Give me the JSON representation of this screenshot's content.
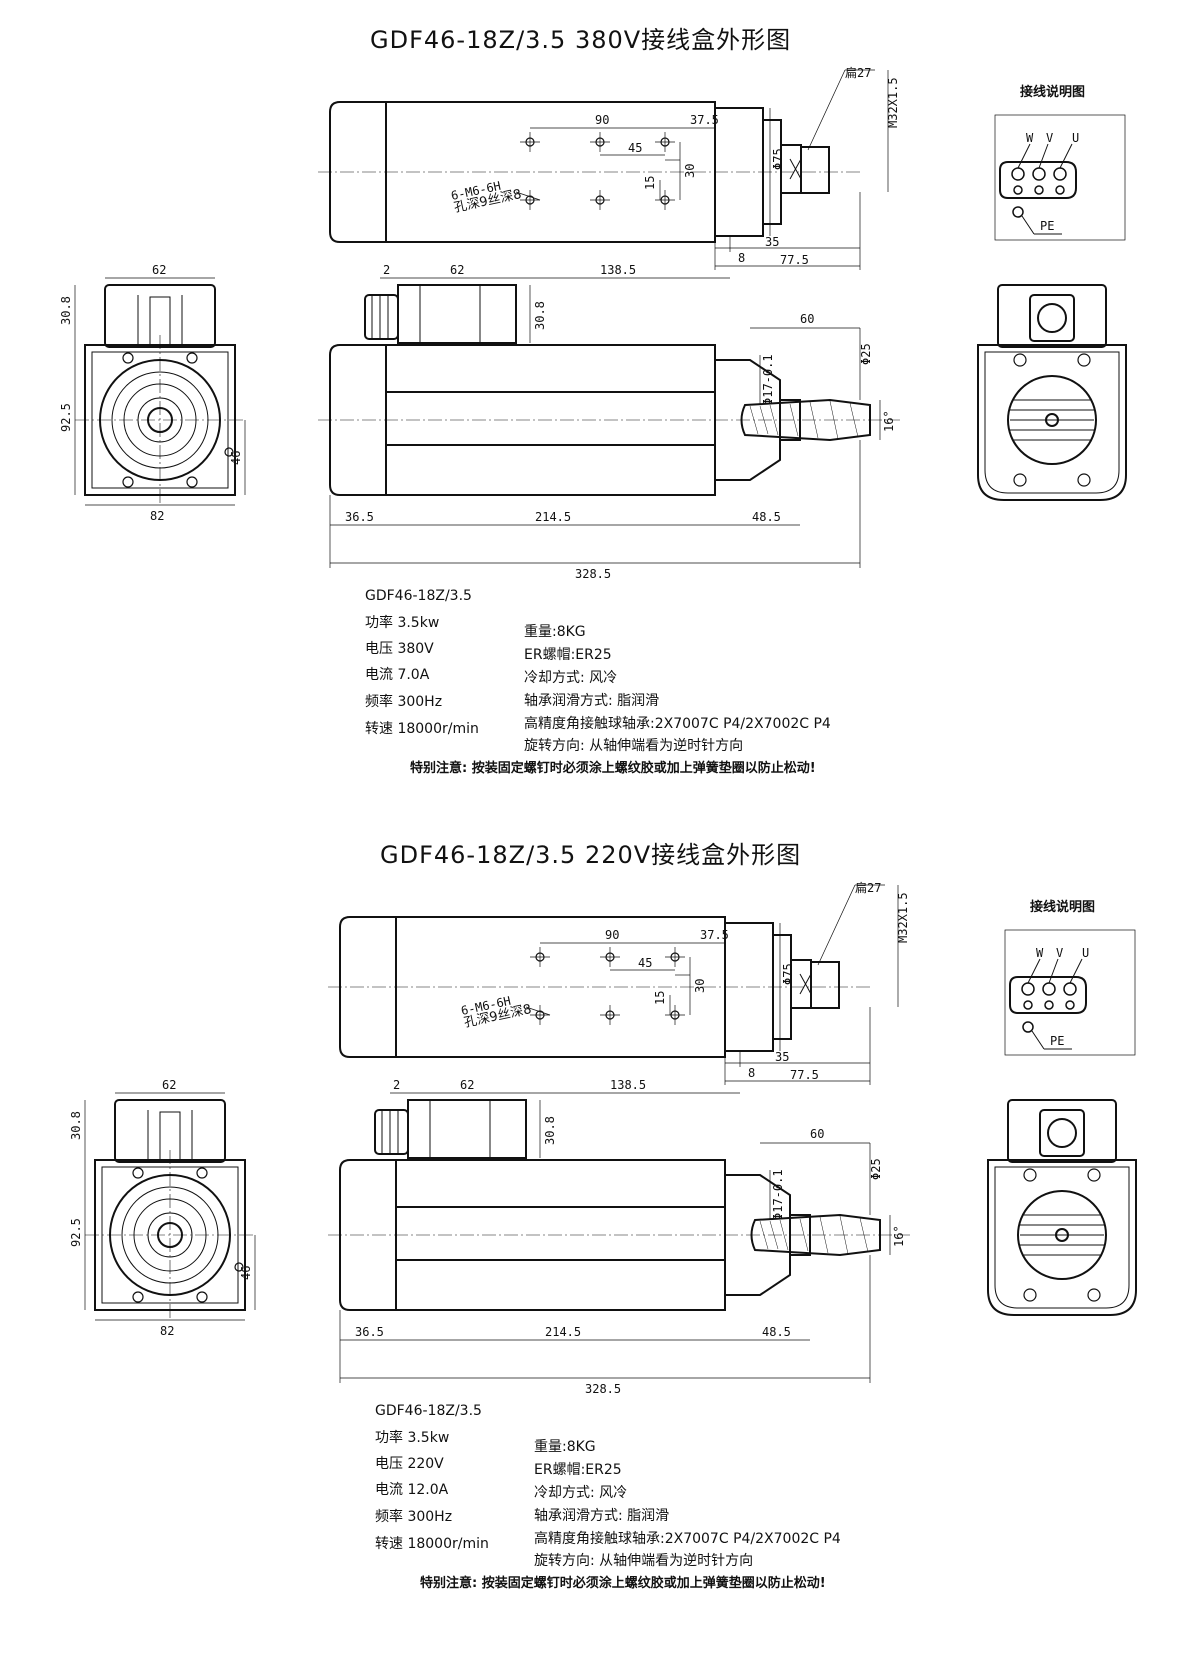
{
  "sheets": [
    {
      "title": "GDF46-18Z/3.5 380V接线盒外形图",
      "top_view": {
        "d_27": "扁27",
        "d_m32": "M32X1.5",
        "d_90": "90",
        "d_37_5": "37.5",
        "d_45": "45",
        "d_30": "30",
        "d_15": "15",
        "d_phi75": "Φ75",
        "d_8": "8",
        "d_35": "35",
        "d_77_5": "77.5",
        "hole_label": "6-M6-6H",
        "hole_note": "孔深9丝深8"
      },
      "wiring": {
        "title": "接线说明图",
        "w": "W",
        "v": "V",
        "u": "U",
        "pe": "PE"
      },
      "end_view": {
        "d_62": "62",
        "d_30_8": "30.8",
        "d_92_5": "92.5",
        "d_46": "46",
        "d_82": "82"
      },
      "side_view": {
        "d_2": "2",
        "d_62": "62",
        "d_138_5": "138.5",
        "d_30_8": "30.8",
        "d_60": "60",
        "d_phi25": "Φ25",
        "d_phi17": "Φ17-0.1",
        "d_16": "16°",
        "d_36_5": "36.5",
        "d_214_5": "214.5",
        "d_48_5": "48.5",
        "d_328_5": "328.5"
      },
      "specs": {
        "model": "GDF46-18Z/3.5",
        "power": "功率 3.5kw",
        "voltage": "电压 380V",
        "current": "电流 7.0A",
        "frequency": "频率 300Hz",
        "speed": "转速 18000r/min",
        "weight": "重量:8KG",
        "nut": "ER螺帽:ER25",
        "cooling": "冷却方式: 风冷",
        "lube": "轴承润滑方式: 脂润滑",
        "bearing": "高精度角接触球轴承:2X7007C P4/2X7002C P4",
        "rotation": "旋转方向: 从轴伸端看为逆时针方向",
        "note": "特别注意: 按装固定螺钉时必须涂上螺纹胶或加上弹簧垫圈以防止松动!"
      }
    },
    {
      "title": "GDF46-18Z/3.5 220V接线盒外形图",
      "top_view": {
        "d_27": "扁27",
        "d_m32": "M32X1.5",
        "d_90": "90",
        "d_37_5": "37.5",
        "d_45": "45",
        "d_30": "30",
        "d_15": "15",
        "d_phi75": "Φ75",
        "d_8": "8",
        "d_35": "35",
        "d_77_5": "77.5",
        "hole_label": "6-M6-6H",
        "hole_note": "孔深9丝深8"
      },
      "wiring": {
        "title": "接线说明图",
        "w": "W",
        "v": "V",
        "u": "U",
        "pe": "PE"
      },
      "end_view": {
        "d_62": "62",
        "d_30_8": "30.8",
        "d_92_5": "92.5",
        "d_46": "46",
        "d_82": "82"
      },
      "side_view": {
        "d_2": "2",
        "d_62": "62",
        "d_138_5": "138.5",
        "d_30_8": "30.8",
        "d_60": "60",
        "d_phi25": "Φ25",
        "d_phi17": "Φ17-0.1",
        "d_16": "16°",
        "d_36_5": "36.5",
        "d_214_5": "214.5",
        "d_48_5": "48.5",
        "d_328_5": "328.5"
      },
      "specs": {
        "model": "GDF46-18Z/3.5",
        "power": "功率 3.5kw",
        "voltage": "电压 220V",
        "current": "电流 12.0A",
        "frequency": "频率 300Hz",
        "speed": "转速 18000r/min",
        "weight": "重量:8KG",
        "nut": "ER螺帽:ER25",
        "cooling": "冷却方式: 风冷",
        "lube": "轴承润滑方式: 脂润滑",
        "bearing": "高精度角接触球轴承:2X7007C P4/2X7002C P4",
        "rotation": "旋转方向: 从轴伸端看为逆时针方向",
        "note": "特别注意: 按装固定螺钉时必须涂上螺纹胶或加上弹簧垫圈以防止松动!"
      }
    }
  ]
}
